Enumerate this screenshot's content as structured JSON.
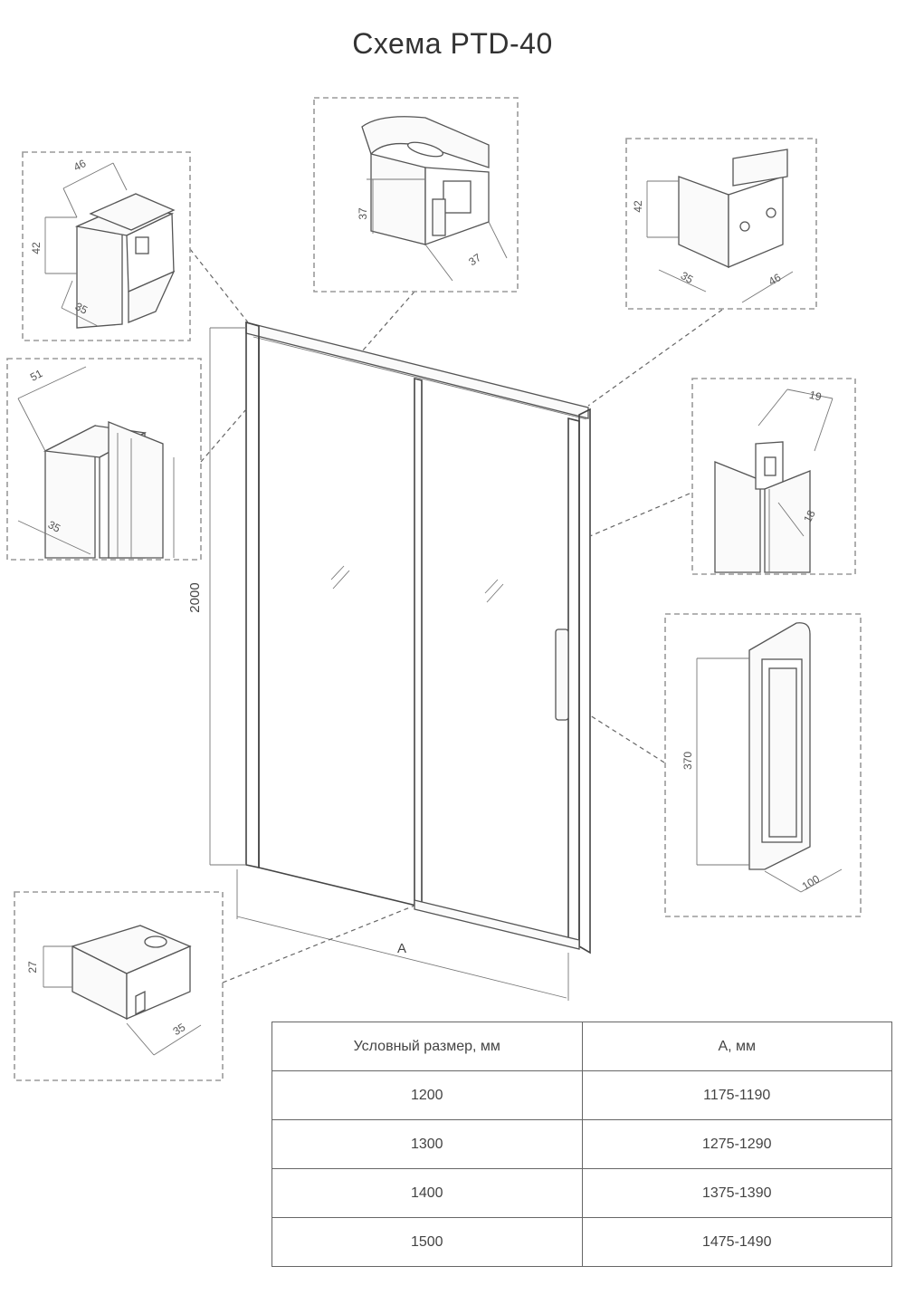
{
  "title": "Схема PTD-40",
  "dimensions": {
    "height_main": "2000",
    "width_a": "A",
    "top_left": {
      "w": "46",
      "h": "42",
      "d": "35"
    },
    "top_center": {
      "h": "37",
      "d": "37"
    },
    "top_right": {
      "h": "42",
      "d": "35",
      "w": "46"
    },
    "left_profile": {
      "top": "51",
      "bottom": "35"
    },
    "right_profile": {
      "top": "19",
      "bottom": "18"
    },
    "handle": {
      "length": "370",
      "width": "100"
    },
    "bottom_bracket": {
      "h": "27",
      "w": "35"
    }
  },
  "table": {
    "headers": [
      "Условный размер, мм",
      "A, мм"
    ],
    "rows": [
      [
        "1200",
        "1175-1190"
      ],
      [
        "1300",
        "1275-1290"
      ],
      [
        "1400",
        "1375-1390"
      ],
      [
        "1500",
        "1475-1490"
      ]
    ]
  }
}
